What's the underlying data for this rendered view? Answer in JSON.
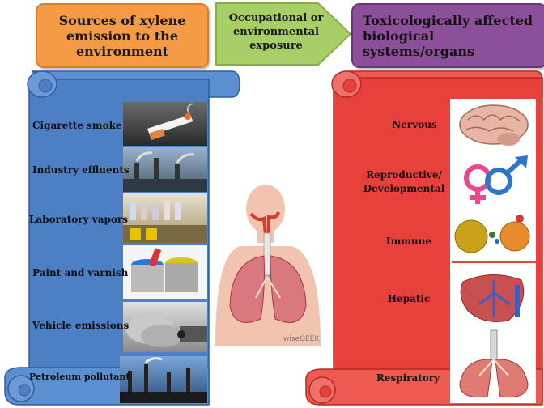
{
  "headers": {
    "sources": "Sources of xylene emission to the environment",
    "exposure": "Occupational or environmental exposure",
    "organs": "Toxicologically affected biological systems/organs"
  },
  "sources": [
    {
      "label": "Cigarette smoke"
    },
    {
      "label": "Industry effluents"
    },
    {
      "label": "Laboratory vapors"
    },
    {
      "label": "Paint and varnish"
    },
    {
      "label": "Vehicle emissions"
    },
    {
      "label": "Petroleum pollutant"
    }
  ],
  "organs": [
    {
      "label": "Nervous"
    },
    {
      "label": "Reproductive/ Developmental"
    },
    {
      "label": "Immune"
    },
    {
      "label": "Hepatic"
    },
    {
      "label": "Respiratory"
    }
  ],
  "watermark": "wiseGEEK",
  "colors": {
    "sources_header": "#f59a45",
    "exposure_arrow": "#a8cf67",
    "organs_header": "#8c4f9a",
    "left_scroll": "#4c7fc4",
    "right_scroll": "#e8403a"
  }
}
